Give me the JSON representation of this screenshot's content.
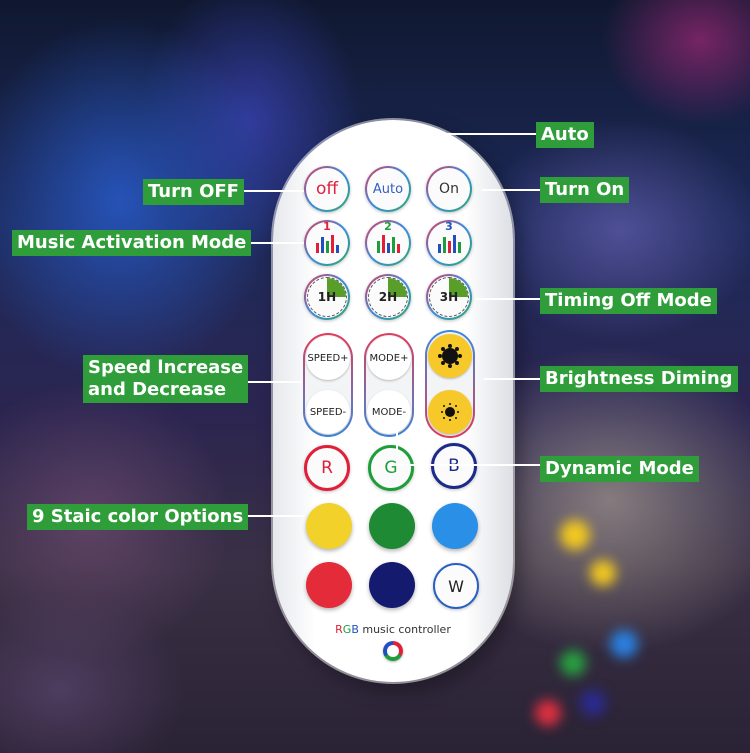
{
  "labels": {
    "auto": "Auto",
    "turn_off": "Turn OFF",
    "turn_on": "Turn On",
    "music": "Music Activation Mode",
    "timing": "Timing Off Mode",
    "speed_line1": "Speed lncrease",
    "speed_line2": "and Decrease",
    "brightness": "Brightness Diming",
    "dynamic": "Dynamic Mode",
    "static": "9 Staic color Options"
  },
  "buttons": {
    "off": "off",
    "auto": "Auto",
    "on": "On",
    "music": [
      "1",
      "2",
      "3"
    ],
    "timer": [
      "1H",
      "2H",
      "3H"
    ],
    "speed_up": "SPEED+",
    "speed_down": "SPEED-",
    "mode_up": "MODE+",
    "mode_down": "MODE-",
    "r": "R",
    "g": "G",
    "b": "B",
    "w": "W"
  },
  "brand": {
    "r": "R",
    "g": "G",
    "b": "B",
    "rest": " music controller"
  },
  "colors": {
    "label_green": "#2f9e3a",
    "static": [
      "#f2d12a",
      "#1e8a33",
      "#2a8fe6",
      "#e32b3a",
      "#141a6e"
    ]
  }
}
